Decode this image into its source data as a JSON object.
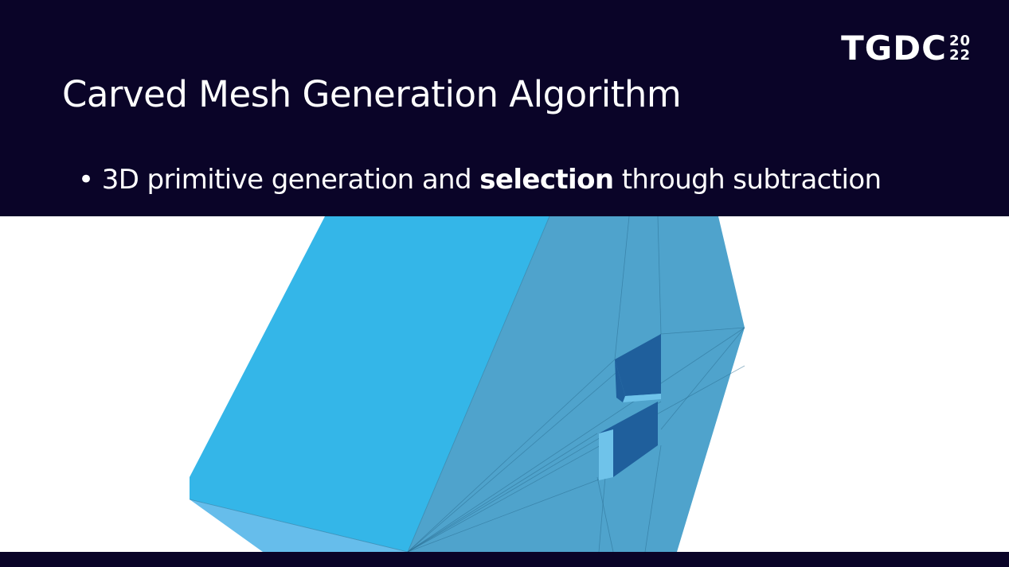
{
  "slide": {
    "title": "Carved Mesh Generation Algorithm",
    "bullet": {
      "marker": "•",
      "before": "3D primitive generation and",
      "emphasis": "selection",
      "after": "through subtraction"
    }
  },
  "logo": {
    "text": "TGDC",
    "year_top": "20",
    "year_bottom": "22"
  },
  "colors": {
    "header_bg": "#0a0428",
    "mesh_front": "#34b6e8",
    "mesh_side": "#4fa3cc",
    "mesh_bottom": "#66bdeb",
    "mesh_edge": "#2a6e92"
  },
  "figure": {
    "description_icon": "carved-mesh-3d-render"
  }
}
